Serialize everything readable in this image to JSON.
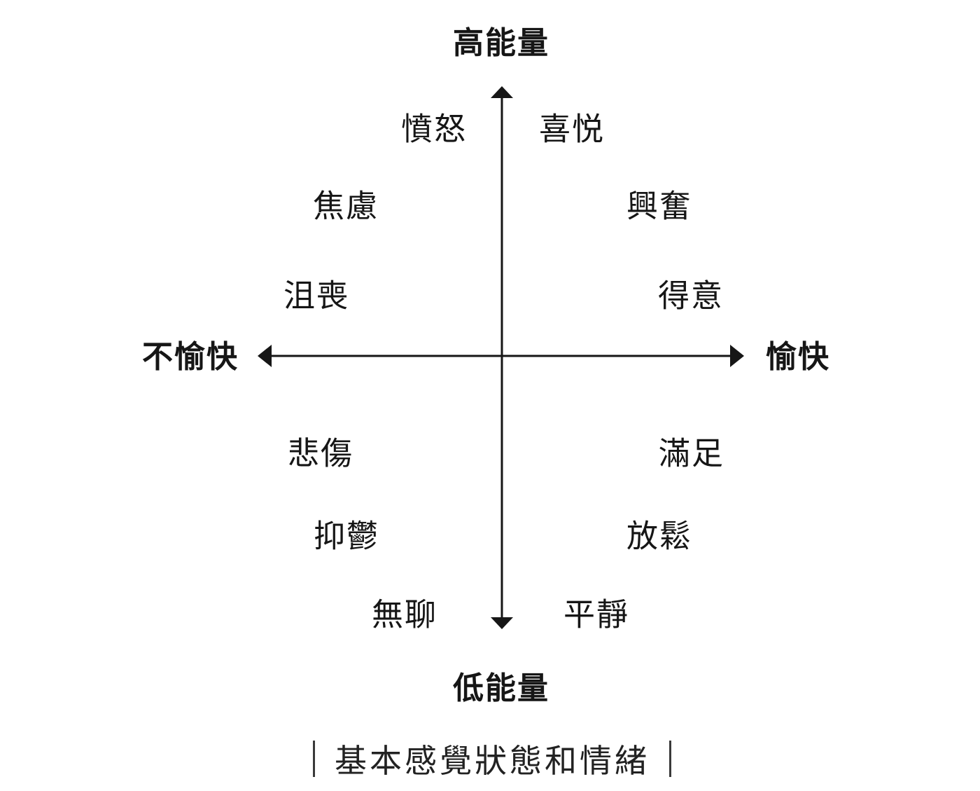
{
  "diagram": {
    "axis_labels": {
      "top": "高能量",
      "bottom": "低能量",
      "left": "不愉快",
      "right": "愉快"
    },
    "emotions": [
      {
        "id": "anger",
        "quadrant": "top-left",
        "label": "憤怒"
      },
      {
        "id": "joy",
        "quadrant": "top-right",
        "label": "喜悦"
      },
      {
        "id": "anxiety",
        "quadrant": "top-left",
        "label": "焦慮"
      },
      {
        "id": "excitement",
        "quadrant": "top-right",
        "label": "興奮"
      },
      {
        "id": "frustration",
        "quadrant": "top-left",
        "label": "沮喪"
      },
      {
        "id": "pride",
        "quadrant": "top-right",
        "label": "得意"
      },
      {
        "id": "sadness",
        "quadrant": "bottom-left",
        "label": "悲傷"
      },
      {
        "id": "contentment",
        "quadrant": "bottom-right",
        "label": "滿足"
      },
      {
        "id": "depression",
        "quadrant": "bottom-left",
        "label": "抑鬱"
      },
      {
        "id": "relaxation",
        "quadrant": "bottom-right",
        "label": "放鬆"
      },
      {
        "id": "boredom",
        "quadrant": "bottom-left",
        "label": "無聊"
      },
      {
        "id": "calm",
        "quadrant": "bottom-right",
        "label": "平靜"
      }
    ],
    "caption": {
      "text": "基本感覺狀態和情緒"
    },
    "colors": {
      "ink": "#161616",
      "background": "#ffffff"
    }
  }
}
